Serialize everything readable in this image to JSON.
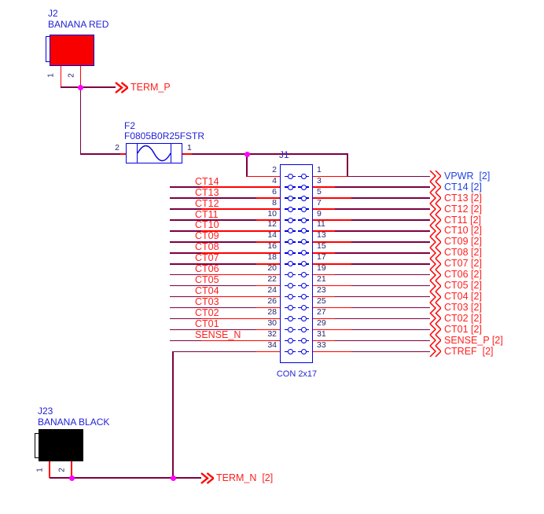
{
  "palette": {
    "wire": "#7D0040",
    "stub": "#FF0000",
    "outline": "#0000E6",
    "label_blue": "#2222D6",
    "pin_num": "#26266E",
    "net_red": "#FF2020",
    "net_blue": "#2244E0",
    "junction": "#FF00FF",
    "red_fill": "#F80000",
    "black_fill": "#000000",
    "bg": "#FFFFFF"
  },
  "j2": {
    "refdes": "J2",
    "value": "BANANA RED",
    "pin1": "1",
    "pin2": "2"
  },
  "fuse": {
    "refdes": "F2",
    "value": "F0805B0R25FSTR",
    "pin_left": "2",
    "pin_right": "1"
  },
  "j23": {
    "refdes": "J23",
    "value": "BANANA BLACK",
    "pin1": "1",
    "pin2": "2"
  },
  "ports": {
    "term_p": "TERM_P",
    "term_n": "TERM_N  [2]"
  },
  "j1": {
    "refdes": "J1",
    "value": "CON 2x17",
    "rows": [
      {
        "left_pin": "2",
        "left_label": "",
        "right_pin": "1",
        "right_label": "VPWR  [2]",
        "color": "b"
      },
      {
        "left_pin": "4",
        "left_label": "CT14",
        "right_pin": "3",
        "right_label": "CT14 [2]",
        "color": "b"
      },
      {
        "left_pin": "6",
        "left_label": "CT13",
        "right_pin": "5",
        "right_label": "CT13 [2]",
        "color": "r"
      },
      {
        "left_pin": "8",
        "left_label": "CT12",
        "right_pin": "7",
        "right_label": "CT12 [2]",
        "color": "r"
      },
      {
        "left_pin": "10",
        "left_label": "CT11",
        "right_pin": "9",
        "right_label": "CT11 [2]",
        "color": "r"
      },
      {
        "left_pin": "12",
        "left_label": "CT10",
        "right_pin": "11",
        "right_label": "CT10 [2]",
        "color": "r"
      },
      {
        "left_pin": "14",
        "left_label": "CT09",
        "right_pin": "13",
        "right_label": "CT09 [2]",
        "color": "r"
      },
      {
        "left_pin": "16",
        "left_label": "CT08",
        "right_pin": "15",
        "right_label": "CT08 [2]",
        "color": "r"
      },
      {
        "left_pin": "18",
        "left_label": "CT07",
        "right_pin": "17",
        "right_label": "CT07 [2]",
        "color": "r"
      },
      {
        "left_pin": "20",
        "left_label": "CT06",
        "right_pin": "19",
        "right_label": "CT06 [2]",
        "color": "r"
      },
      {
        "left_pin": "22",
        "left_label": "CT05",
        "right_pin": "21",
        "right_label": "CT05 [2]",
        "color": "r"
      },
      {
        "left_pin": "24",
        "left_label": "CT04",
        "right_pin": "23",
        "right_label": "CT04 [2]",
        "color": "r"
      },
      {
        "left_pin": "26",
        "left_label": "CT03",
        "right_pin": "25",
        "right_label": "CT03 [2]",
        "color": "r"
      },
      {
        "left_pin": "28",
        "left_label": "CT02",
        "right_pin": "27",
        "right_label": "CT02 [2]",
        "color": "r"
      },
      {
        "left_pin": "30",
        "left_label": "CT01",
        "right_pin": "29",
        "right_label": "CT01 [2]",
        "color": "r"
      },
      {
        "left_pin": "32",
        "left_label": "SENSE_N",
        "right_pin": "31",
        "right_label": "SENSE_P [2]",
        "color": "r"
      },
      {
        "left_pin": "34",
        "left_label": "",
        "right_pin": "33",
        "right_label": "CTREF  [2]",
        "color": "r"
      }
    ]
  }
}
